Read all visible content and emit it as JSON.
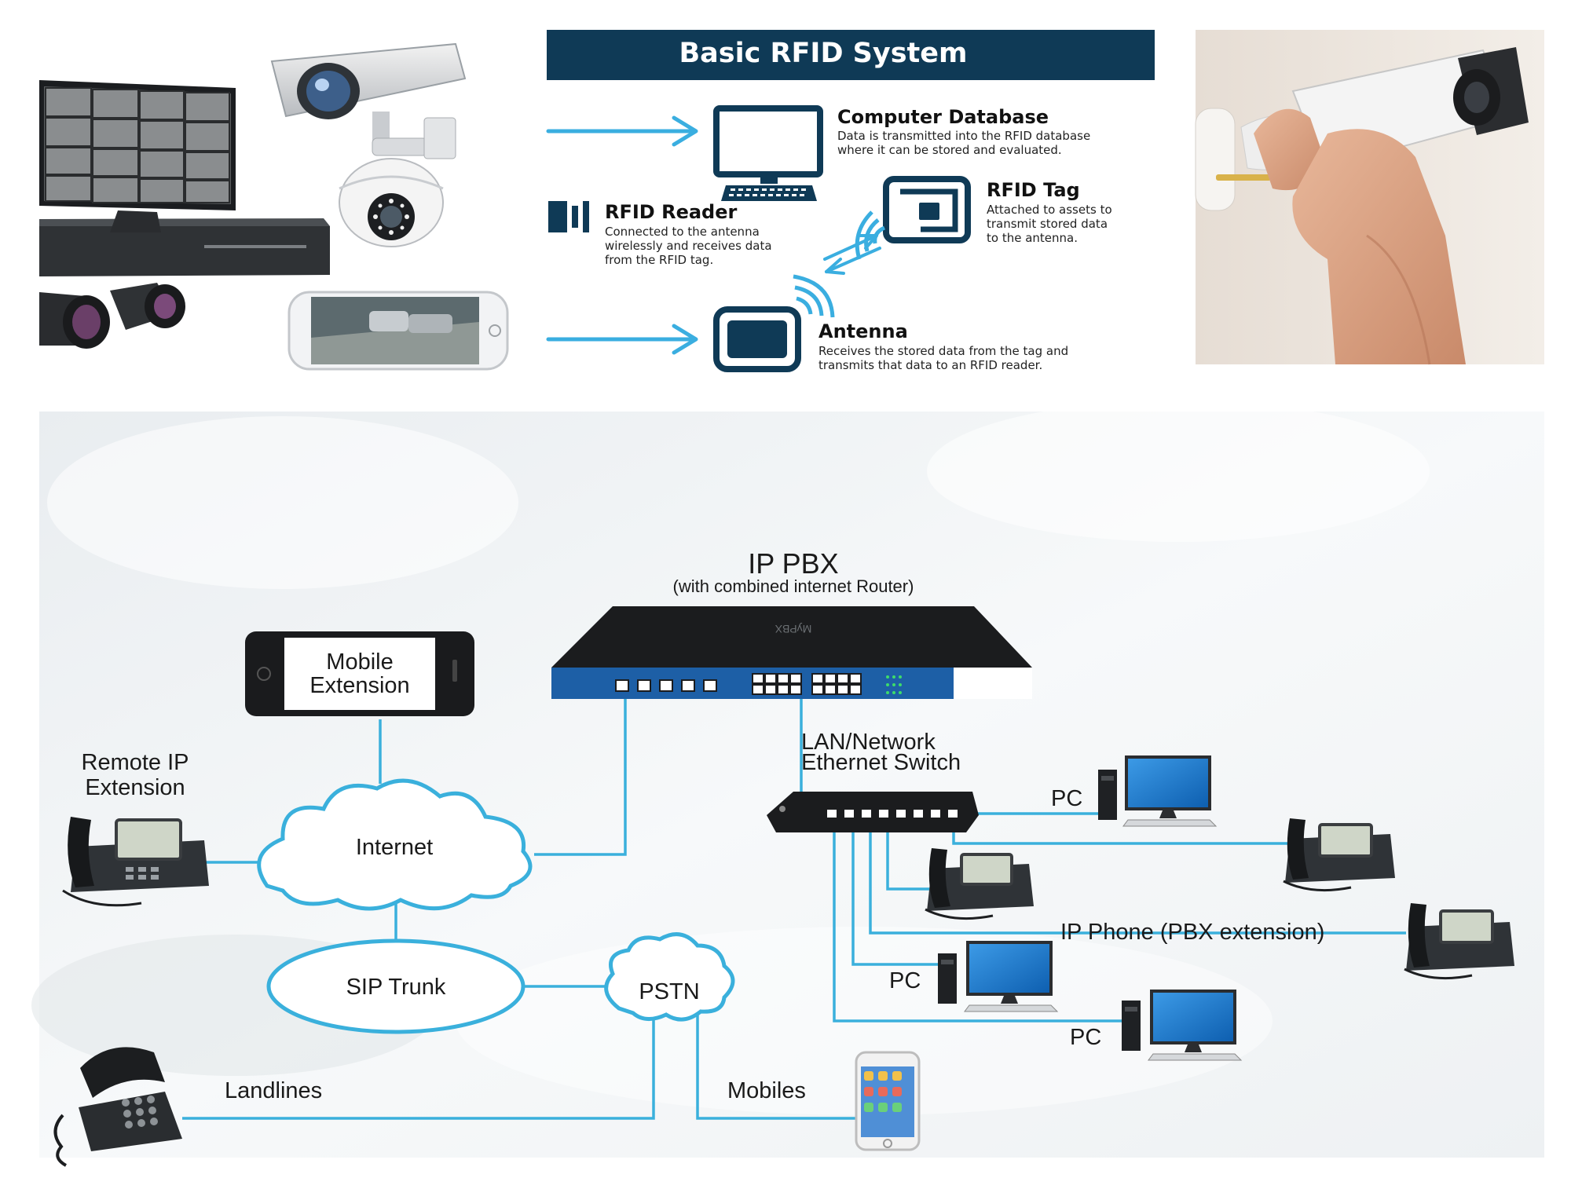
{
  "rfid": {
    "title": "Basic RFID System",
    "database_title": "Computer Database",
    "database_line1": "Data is transmitted into the RFID database",
    "database_line2": "where it can be stored and evaluated.",
    "reader_title": "RFID Reader",
    "reader_line1": "Connected to the antenna",
    "reader_line2": "wirelessly and receives data",
    "reader_line3": "from the RFID tag.",
    "tag_title": "RFID Tag",
    "tag_line1": "Attached to assets to",
    "tag_line2": "transmit stored data",
    "tag_line3": "to the antenna.",
    "antenna_title": "Antenna",
    "antenna_line1": "Receives the stored data from the tag and",
    "antenna_line2": "transmits that data to an RFID reader."
  },
  "pbx": {
    "title": "IP PBX",
    "subtitle": "(with combined internet Router)",
    "device_brand": "MyPBX",
    "mobile_ext_line1": "Mobile",
    "mobile_ext_line2": "Extension",
    "remote_line1": "Remote IP",
    "remote_line2": "Extension",
    "internet": "Internet",
    "sip": "SIP Trunk",
    "pstn": "PSTN",
    "landlines": "Landlines",
    "mobiles": "Mobiles",
    "switch_line1": "LAN/Network",
    "switch_line2": "Ethernet Switch",
    "pc1": "PC",
    "pc2": "PC",
    "pc3": "PC",
    "ip_phone": "IP Phone (PBX extension)"
  },
  "colors": {
    "navy": "#0f3a56",
    "accent": "#3aaee0",
    "line": "#3ab0dc"
  }
}
